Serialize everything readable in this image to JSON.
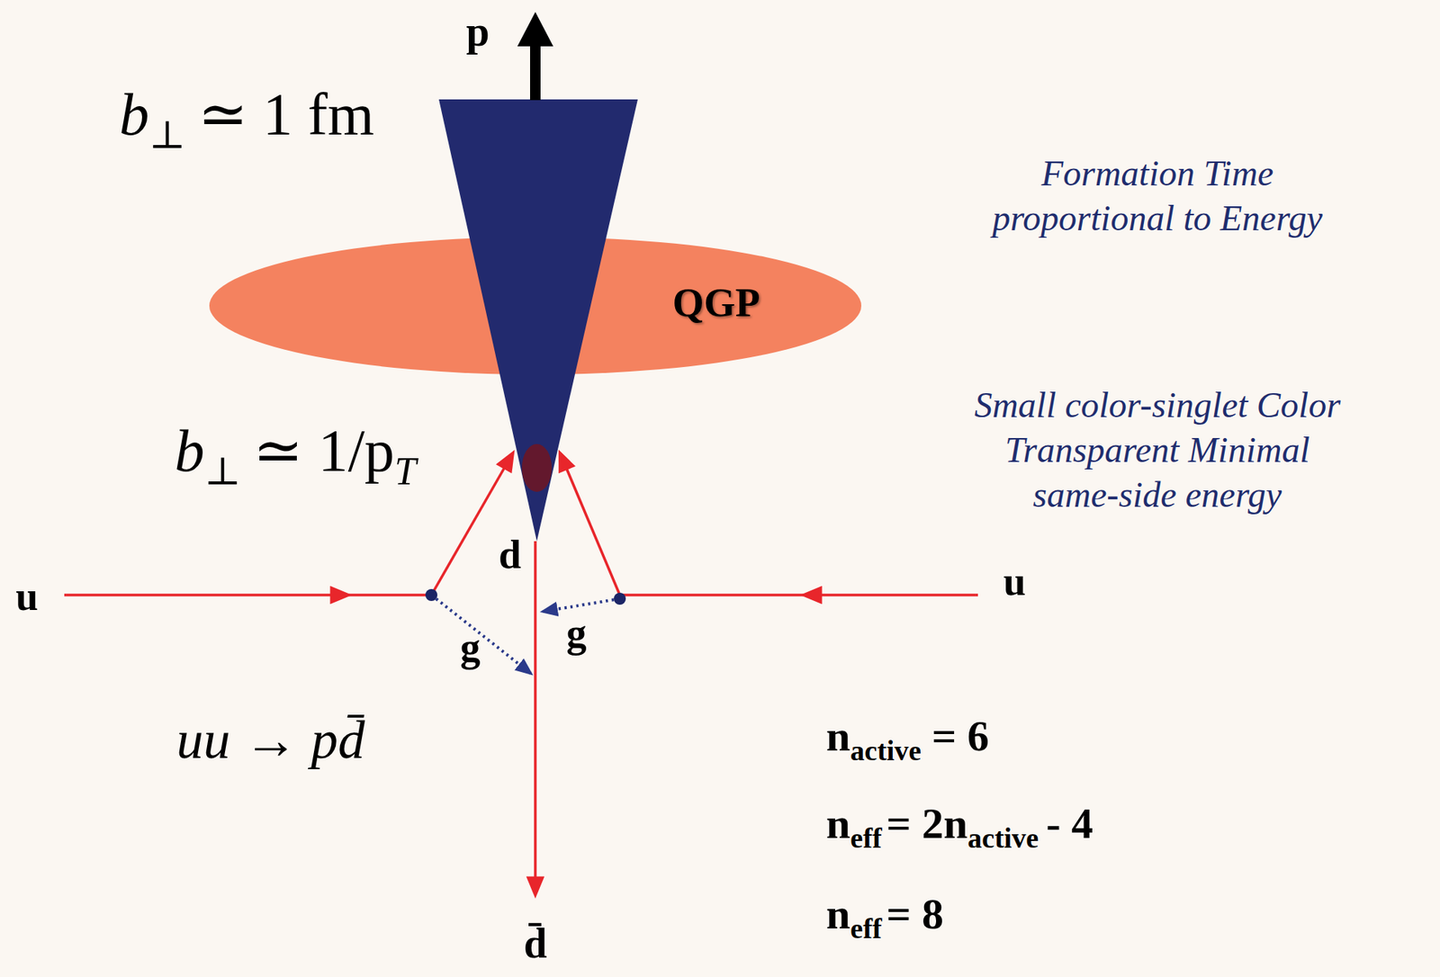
{
  "diagram": {
    "nodes": [
      {
        "text": [
          "QGP"
        ]
      }
    ],
    "labels": [
      "p",
      "b",
      "⊥",
      "≃ 1 fm",
      "Formation Time proportional to Energy",
      "b",
      "⊥",
      "≃ 1/p",
      "T",
      "Small color-singlet Color Transparent Minimal same-side energy",
      "d",
      "u",
      "u",
      "g",
      "g",
      "uu → pd̄",
      "n",
      "active",
      "= 6",
      "n",
      "eff",
      "= 2n",
      "active",
      "- 4",
      "n",
      "eff",
      "= 8",
      "d̄"
    ]
  }
}
